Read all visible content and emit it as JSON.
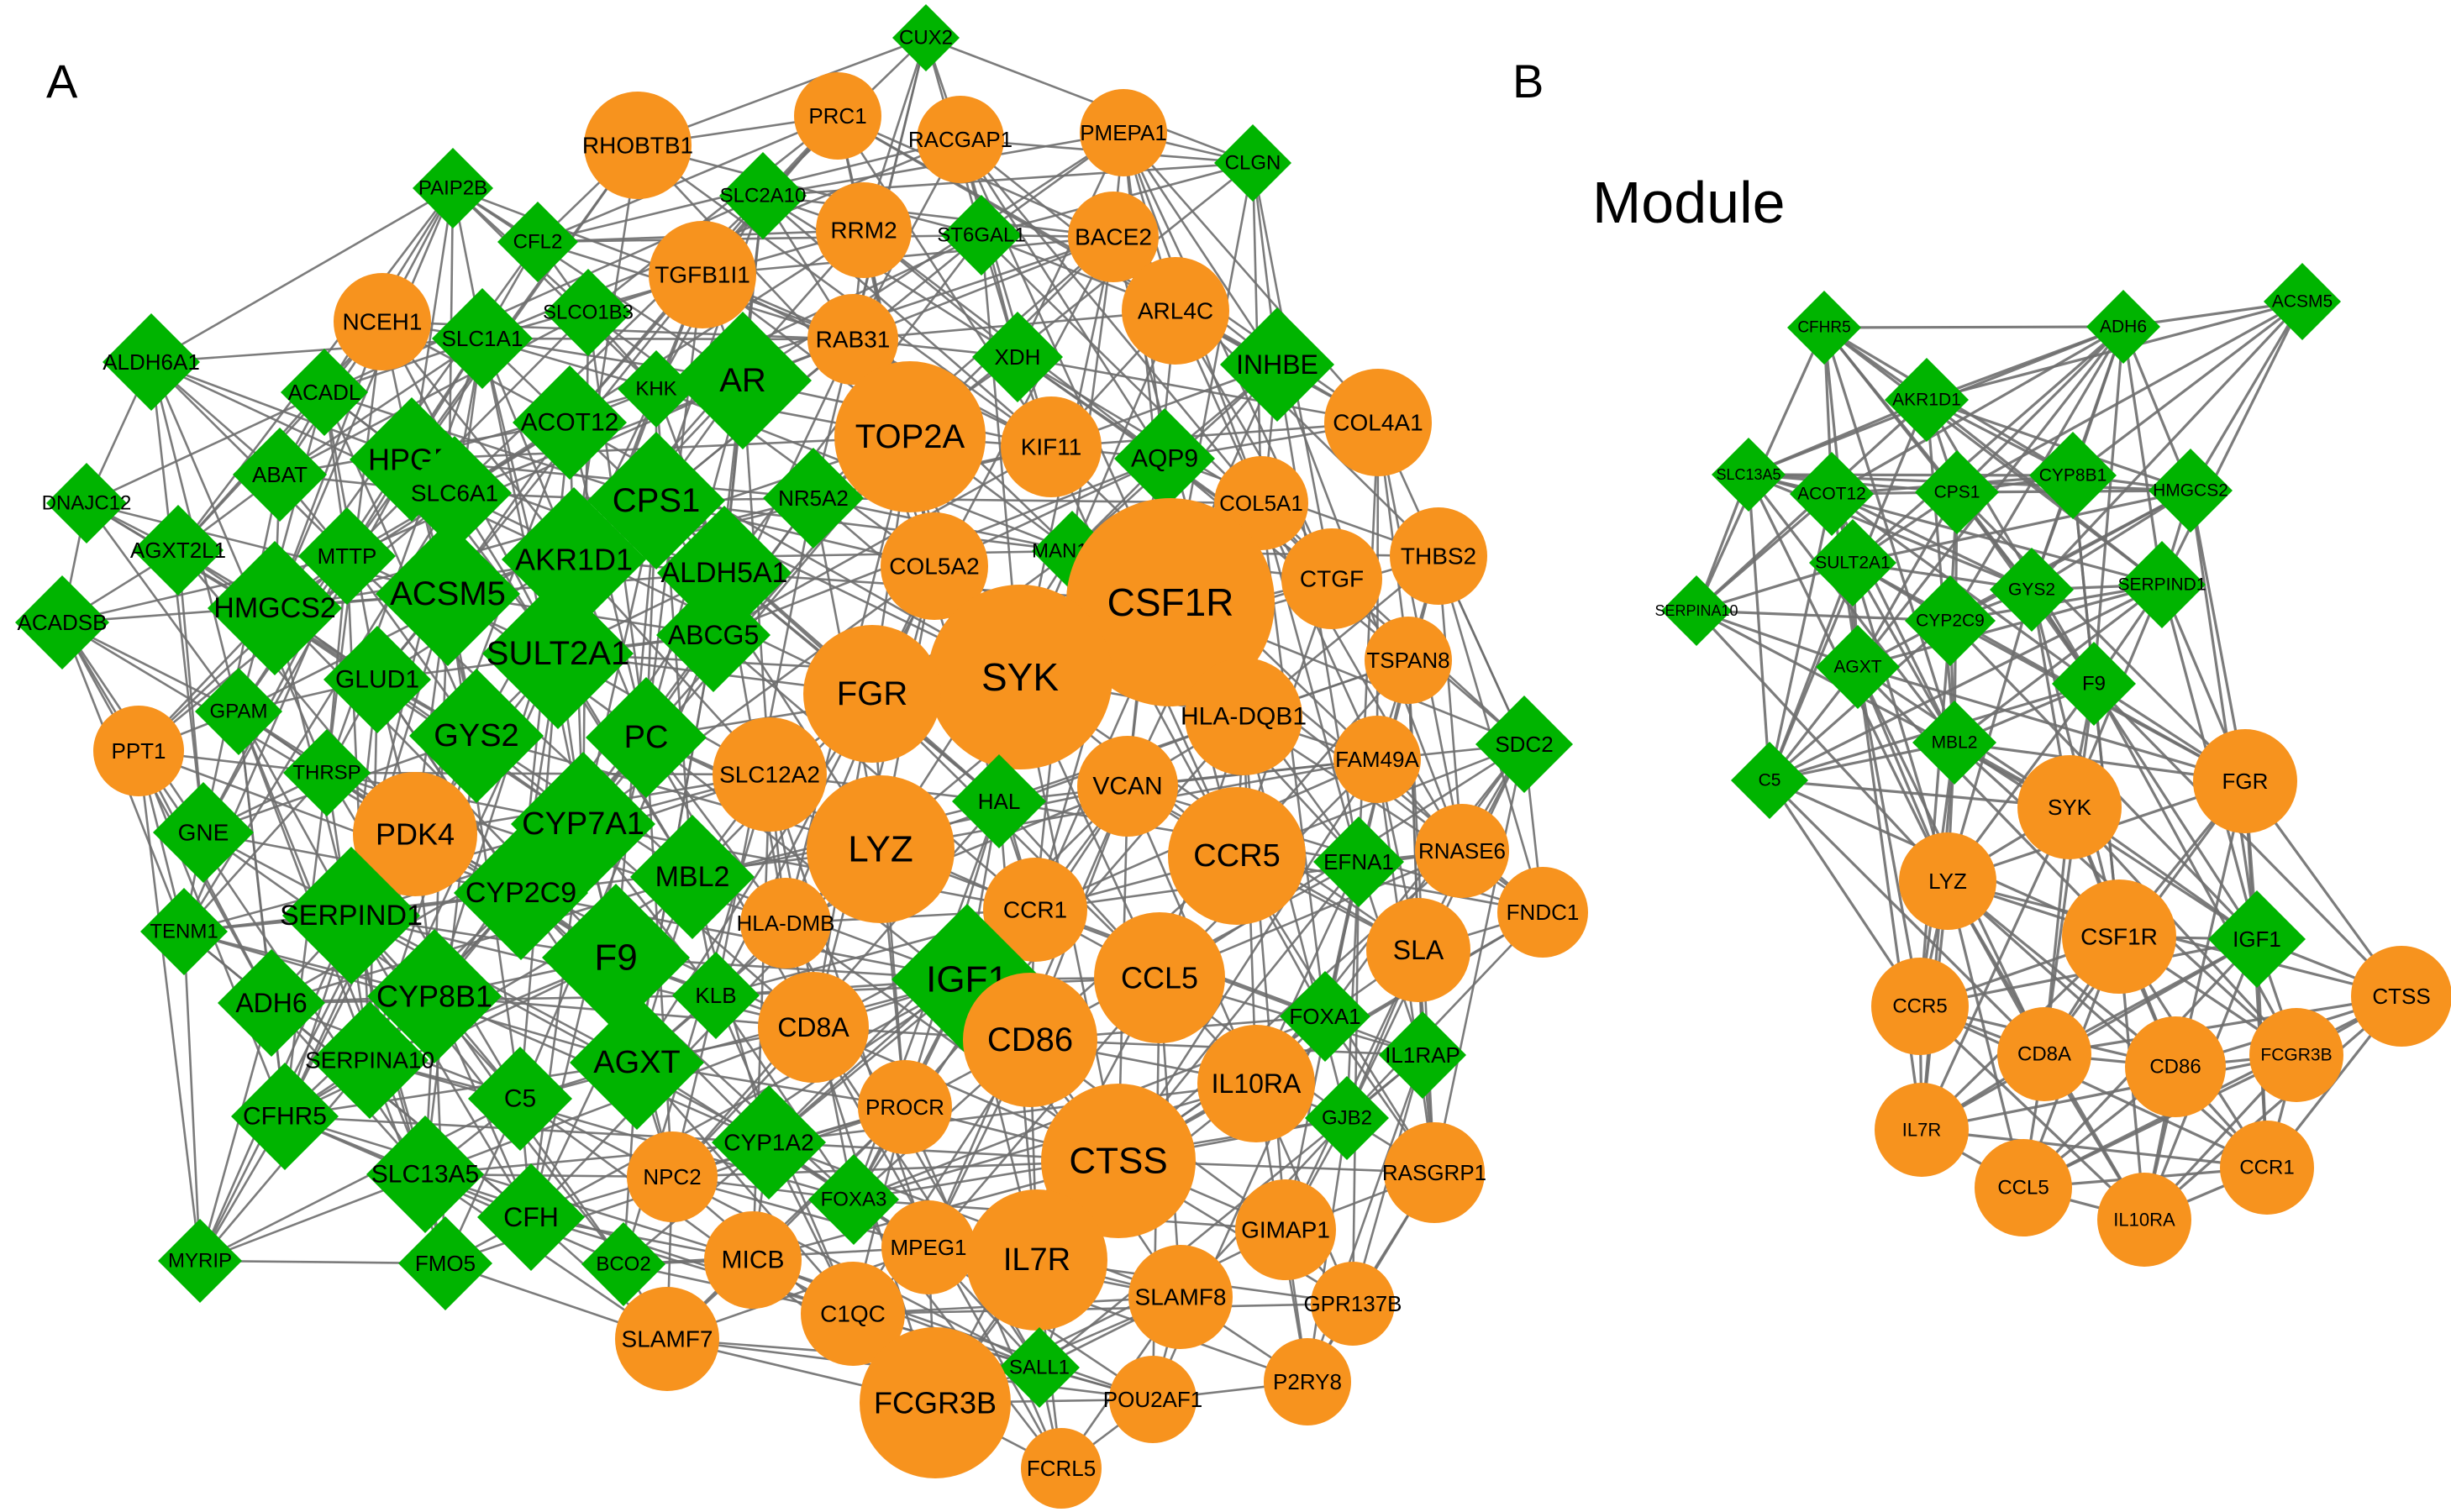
{
  "panels": {
    "a": {
      "label": "A"
    },
    "b": {
      "label": "B",
      "title": "Module"
    }
  },
  "colors": {
    "upregulated": "#F7931E",
    "downregulated": "#00B400",
    "edge": "#6E6E6E"
  },
  "network_a": {
    "nodes": [
      {
        "id": "CUX2",
        "shape": "diamond"
      },
      {
        "id": "PRC1",
        "shape": "circle"
      },
      {
        "id": "RACGAP1",
        "shape": "circle"
      },
      {
        "id": "PMEPA1",
        "shape": "circle"
      },
      {
        "id": "CLGN",
        "shape": "diamond"
      },
      {
        "id": "RHOBTB1",
        "shape": "circle"
      },
      {
        "id": "PAIP2B",
        "shape": "diamond"
      },
      {
        "id": "SLC2A10",
        "shape": "diamond"
      },
      {
        "id": "RRM2",
        "shape": "circle"
      },
      {
        "id": "ST6GAL1",
        "shape": "diamond"
      },
      {
        "id": "BACE2",
        "shape": "circle"
      },
      {
        "id": "CFL2",
        "shape": "diamond"
      },
      {
        "id": "TGFB1I1",
        "shape": "circle"
      },
      {
        "id": "NCEH1",
        "shape": "circle"
      },
      {
        "id": "SLCO1B3",
        "shape": "diamond"
      },
      {
        "id": "SLC1A1",
        "shape": "diamond"
      },
      {
        "id": "RAB31",
        "shape": "circle"
      },
      {
        "id": "ARL4C",
        "shape": "circle"
      },
      {
        "id": "ALDH6A1",
        "shape": "diamond"
      },
      {
        "id": "ACADL",
        "shape": "diamond"
      },
      {
        "id": "KHK",
        "shape": "diamond"
      },
      {
        "id": "AR",
        "shape": "diamond"
      },
      {
        "id": "XDH",
        "shape": "diamond"
      },
      {
        "id": "INHBE",
        "shape": "diamond"
      },
      {
        "id": "ACOT12",
        "shape": "diamond"
      },
      {
        "id": "TOP2A",
        "shape": "circle"
      },
      {
        "id": "COL4A1",
        "shape": "circle"
      },
      {
        "id": "HPGD",
        "shape": "diamond"
      },
      {
        "id": "KIF11",
        "shape": "circle"
      },
      {
        "id": "AQP9",
        "shape": "diamond"
      },
      {
        "id": "ABAT",
        "shape": "diamond"
      },
      {
        "id": "SLC6A1",
        "shape": "diamond"
      },
      {
        "id": "CPS1",
        "shape": "diamond"
      },
      {
        "id": "NR5A2",
        "shape": "diamond"
      },
      {
        "id": "COL5A1",
        "shape": "circle"
      },
      {
        "id": "DNAJC12",
        "shape": "diamond"
      },
      {
        "id": "AGXT2L1",
        "shape": "diamond"
      },
      {
        "id": "MTTP",
        "shape": "diamond"
      },
      {
        "id": "AKR1D1",
        "shape": "diamond"
      },
      {
        "id": "MAN1A1",
        "shape": "diamond"
      },
      {
        "id": "THBS2",
        "shape": "circle"
      },
      {
        "id": "COL5A2",
        "shape": "circle"
      },
      {
        "id": "ALDH5A1",
        "shape": "diamond"
      },
      {
        "id": "CTGF",
        "shape": "circle"
      },
      {
        "id": "CSF1R",
        "shape": "circle"
      },
      {
        "id": "ACADSB",
        "shape": "diamond"
      },
      {
        "id": "HMGCS2",
        "shape": "diamond"
      },
      {
        "id": "ACSM5",
        "shape": "diamond"
      },
      {
        "id": "SULT2A1",
        "shape": "diamond"
      },
      {
        "id": "ABCG5",
        "shape": "diamond"
      },
      {
        "id": "SYK",
        "shape": "circle"
      },
      {
        "id": "TSPAN8",
        "shape": "circle"
      },
      {
        "id": "FGR",
        "shape": "circle"
      },
      {
        "id": "HLA-DQB1",
        "shape": "circle"
      },
      {
        "id": "GLUD1",
        "shape": "diamond"
      },
      {
        "id": "GPAM",
        "shape": "diamond"
      },
      {
        "id": "PPT1",
        "shape": "circle"
      },
      {
        "id": "GYS2",
        "shape": "diamond"
      },
      {
        "id": "PC",
        "shape": "diamond"
      },
      {
        "id": "SDC2",
        "shape": "diamond"
      },
      {
        "id": "FAM49A",
        "shape": "circle"
      },
      {
        "id": "THRSP",
        "shape": "diamond"
      },
      {
        "id": "SLC12A2",
        "shape": "circle"
      },
      {
        "id": "VCAN",
        "shape": "circle"
      },
      {
        "id": "CYP7A1",
        "shape": "diamond"
      },
      {
        "id": "PDK4",
        "shape": "circle"
      },
      {
        "id": "HAL",
        "shape": "diamond"
      },
      {
        "id": "GNE",
        "shape": "diamond"
      },
      {
        "id": "LYZ",
        "shape": "circle"
      },
      {
        "id": "CCR5",
        "shape": "circle"
      },
      {
        "id": "EFNA1",
        "shape": "diamond"
      },
      {
        "id": "RNASE6",
        "shape": "circle"
      },
      {
        "id": "MBL2",
        "shape": "diamond"
      },
      {
        "id": "CYP2C9",
        "shape": "diamond"
      },
      {
        "id": "SERPIND1",
        "shape": "diamond"
      },
      {
        "id": "CCR1",
        "shape": "circle"
      },
      {
        "id": "FNDC1",
        "shape": "circle"
      },
      {
        "id": "TENM1",
        "shape": "diamond"
      },
      {
        "id": "HLA-DMB",
        "shape": "circle"
      },
      {
        "id": "SLA",
        "shape": "circle"
      },
      {
        "id": "F9",
        "shape": "diamond"
      },
      {
        "id": "CYP8B1",
        "shape": "diamond"
      },
      {
        "id": "IGF1",
        "shape": "diamond"
      },
      {
        "id": "ADH6",
        "shape": "diamond"
      },
      {
        "id": "KLB",
        "shape": "diamond"
      },
      {
        "id": "CCL5",
        "shape": "circle"
      },
      {
        "id": "CD8A",
        "shape": "circle"
      },
      {
        "id": "FOXA1",
        "shape": "diamond"
      },
      {
        "id": "IL1RAP",
        "shape": "diamond"
      },
      {
        "id": "SERPINA10",
        "shape": "diamond"
      },
      {
        "id": "CD86",
        "shape": "circle"
      },
      {
        "id": "AGXT",
        "shape": "diamond"
      },
      {
        "id": "C5",
        "shape": "diamond"
      },
      {
        "id": "IL10RA",
        "shape": "circle"
      },
      {
        "id": "GJB2",
        "shape": "diamond"
      },
      {
        "id": "CFHR5",
        "shape": "diamond"
      },
      {
        "id": "PROCR",
        "shape": "circle"
      },
      {
        "id": "CYP1A2",
        "shape": "diamond"
      },
      {
        "id": "SLC13A5",
        "shape": "diamond"
      },
      {
        "id": "NPC2",
        "shape": "circle"
      },
      {
        "id": "CTSS",
        "shape": "circle"
      },
      {
        "id": "RASGRP1",
        "shape": "circle"
      },
      {
        "id": "CFH",
        "shape": "diamond"
      },
      {
        "id": "FOXA3",
        "shape": "diamond"
      },
      {
        "id": "GIMAP1",
        "shape": "circle"
      },
      {
        "id": "MYRIP",
        "shape": "diamond"
      },
      {
        "id": "FMO5",
        "shape": "diamond"
      },
      {
        "id": "BCO2",
        "shape": "diamond"
      },
      {
        "id": "MICB",
        "shape": "circle"
      },
      {
        "id": "MPEG1",
        "shape": "circle"
      },
      {
        "id": "IL7R",
        "shape": "circle"
      },
      {
        "id": "GPR137B",
        "shape": "circle"
      },
      {
        "id": "SLAMF8",
        "shape": "circle"
      },
      {
        "id": "C1QC",
        "shape": "circle"
      },
      {
        "id": "SLAMF7",
        "shape": "circle"
      },
      {
        "id": "P2RY8",
        "shape": "circle"
      },
      {
        "id": "SALL1",
        "shape": "diamond"
      },
      {
        "id": "POU2AF1",
        "shape": "circle"
      },
      {
        "id": "FCGR3B",
        "shape": "circle"
      },
      {
        "id": "FCRL5",
        "shape": "circle"
      }
    ]
  },
  "network_b": {
    "nodes": [
      {
        "id": "ACSM5",
        "shape": "diamond"
      },
      {
        "id": "CFHR5",
        "shape": "diamond"
      },
      {
        "id": "ADH6",
        "shape": "diamond"
      },
      {
        "id": "AKR1D1",
        "shape": "diamond"
      },
      {
        "id": "SLC13A5",
        "shape": "diamond"
      },
      {
        "id": "ACOT12",
        "shape": "diamond"
      },
      {
        "id": "CYP8B1",
        "shape": "diamond"
      },
      {
        "id": "CPS1",
        "shape": "diamond"
      },
      {
        "id": "HMGCS2",
        "shape": "diamond"
      },
      {
        "id": "SULT2A1",
        "shape": "diamond"
      },
      {
        "id": "SERPINA10",
        "shape": "diamond"
      },
      {
        "id": "GYS2",
        "shape": "diamond"
      },
      {
        "id": "SERPIND1",
        "shape": "diamond"
      },
      {
        "id": "CYP2C9",
        "shape": "diamond"
      },
      {
        "id": "AGXT",
        "shape": "diamond"
      },
      {
        "id": "F9",
        "shape": "diamond"
      },
      {
        "id": "MBL2",
        "shape": "diamond"
      },
      {
        "id": "C5",
        "shape": "diamond"
      },
      {
        "id": "SYK",
        "shape": "circle"
      },
      {
        "id": "FGR",
        "shape": "circle"
      },
      {
        "id": "LYZ",
        "shape": "circle"
      },
      {
        "id": "CSF1R",
        "shape": "circle"
      },
      {
        "id": "IGF1",
        "shape": "diamond"
      },
      {
        "id": "CCR5",
        "shape": "circle"
      },
      {
        "id": "CTSS",
        "shape": "circle"
      },
      {
        "id": "CD8A",
        "shape": "circle"
      },
      {
        "id": "CD86",
        "shape": "circle"
      },
      {
        "id": "FCGR3B",
        "shape": "circle"
      },
      {
        "id": "IL7R",
        "shape": "circle"
      },
      {
        "id": "CCR1",
        "shape": "circle"
      },
      {
        "id": "CCL5",
        "shape": "circle"
      },
      {
        "id": "IL10RA",
        "shape": "circle"
      }
    ]
  }
}
